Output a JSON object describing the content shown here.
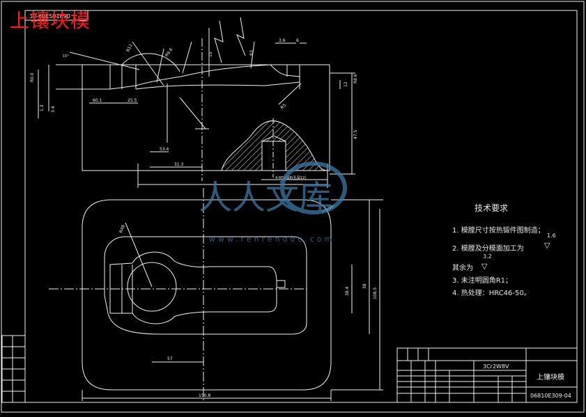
{
  "overlay": {
    "title": "上镶块模"
  },
  "drawing": {
    "top_left_code": "30-60ES01890",
    "material": "3Cr2W8V",
    "part_name": "上镶块模",
    "drawing_number": "06810E309-04"
  },
  "tech_requirements": {
    "title": "技术要求",
    "items": [
      "1. 模膛尺寸按热锻件图制造；",
      "2. 模膛及分模面加工为",
      "其余为",
      "3. 未注明圆角R1；",
      "4. 热处理：HRC46-50。"
    ],
    "roughness_main": "1.6",
    "roughness_other": "3.2"
  },
  "watermark": {
    "brand": "人人文库",
    "url": "www.renrendoc.com"
  },
  "colors": {
    "bg": "#000000",
    "line": "#f2f2f2",
    "hatch": "#f2f2f2",
    "title_red": "#ff1a1a",
    "watermark": "#3b7aa6"
  }
}
